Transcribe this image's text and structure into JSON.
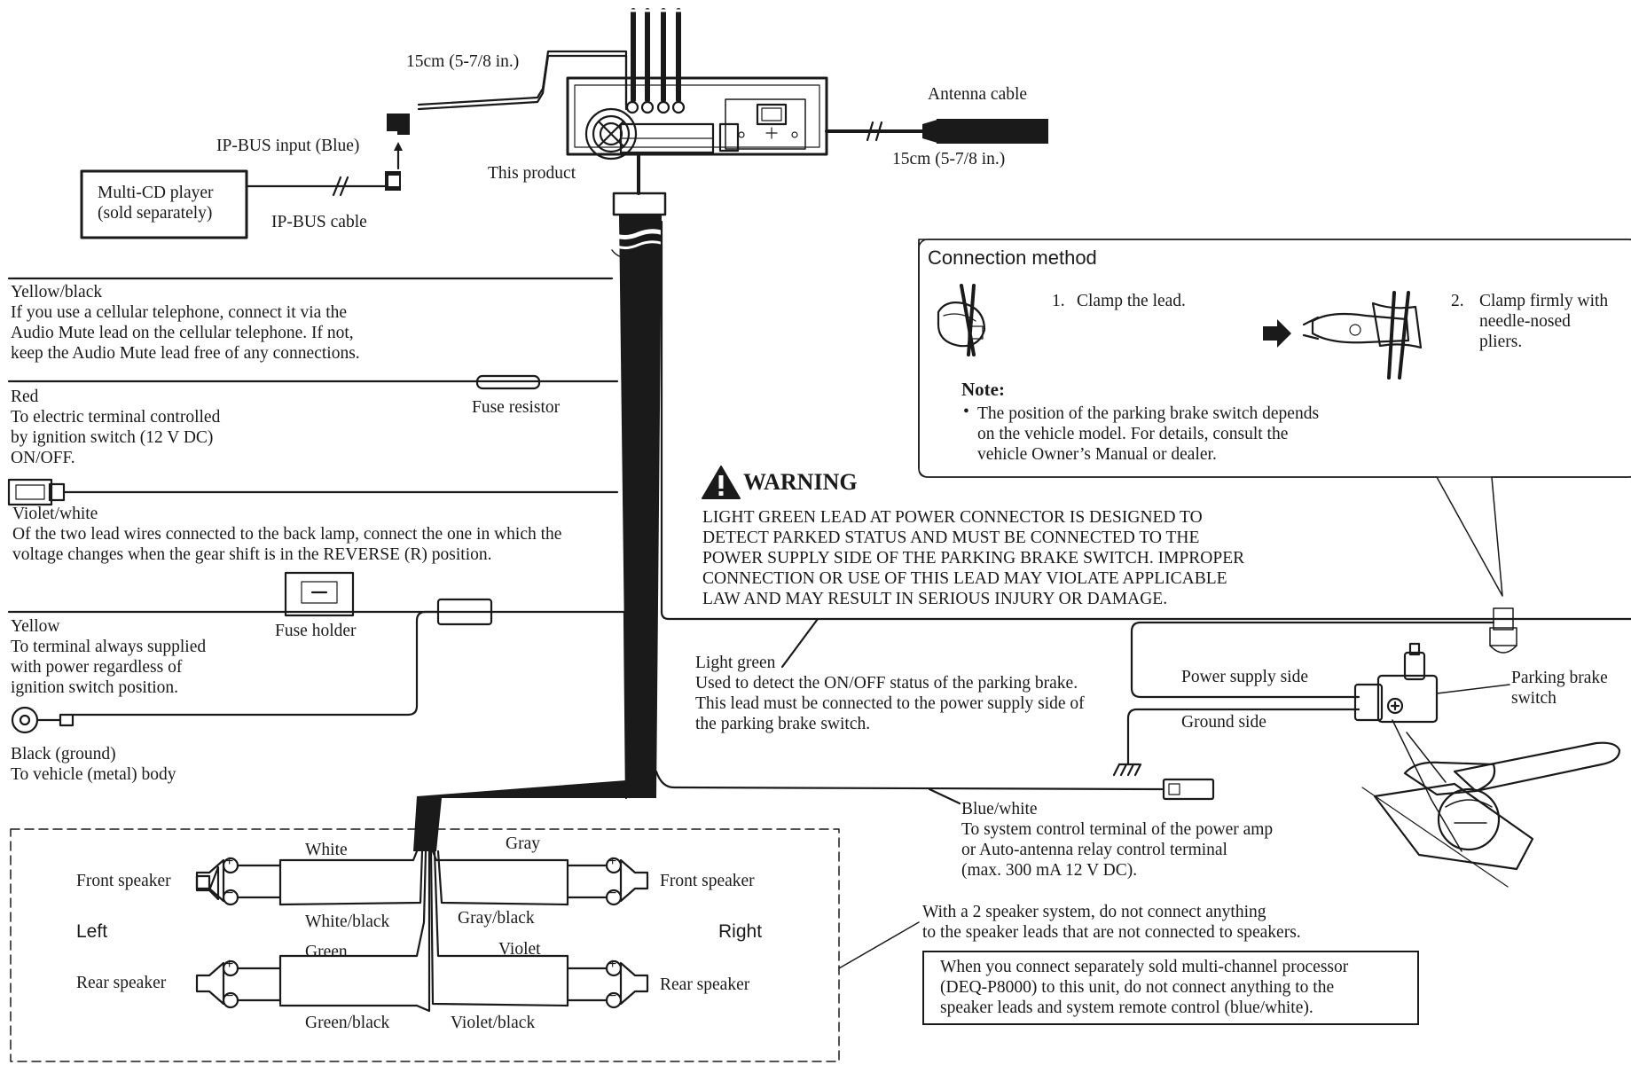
{
  "head_unit": {
    "ipbus_length": "15cm (5-7/8 in.)",
    "antenna_label": "Antenna cable",
    "antenna_length": "15cm (5-7/8 in.)",
    "ipbus_input": "IP-BUS input (Blue)",
    "product_label": "This product",
    "multi_cd_line1": "Multi-CD player",
    "multi_cd_line2": "(sold separately)",
    "ipbus_cable": "IP-BUS cable"
  },
  "leads": {
    "yellow_black": {
      "name": "Yellow/black",
      "line1": "If you use a cellular telephone, connect it via the",
      "line2": "Audio Mute lead on the cellular telephone. If not,",
      "line3": "keep the Audio Mute lead free of any connections."
    },
    "fuse_resistor": "Fuse resistor",
    "red": {
      "name": "Red",
      "line1": "To electric terminal controlled",
      "line2": "by ignition switch (12 V DC)",
      "line3": "ON/OFF."
    },
    "violet_white": {
      "name": "Violet/white",
      "line1": "Of the two lead wires connected to the back lamp, connect the one in which the",
      "line2": "voltage changes when the gear shift is in the REVERSE (R) position."
    },
    "fuse_holder": "Fuse holder",
    "yellow": {
      "name": "Yellow",
      "line1": "To terminal always supplied",
      "line2": "with power regardless of",
      "line3": "ignition switch position."
    },
    "black": {
      "name": "Black (ground)",
      "line1": "To vehicle (metal) body"
    },
    "light_green": {
      "name": "Light green",
      "line1": "Used to detect the ON/OFF status of the parking brake.",
      "line2": "This lead must be connected to the power supply side of",
      "line3": "the parking brake switch."
    },
    "blue_white": {
      "name": "Blue/white",
      "line1": "To system control terminal of the power amp",
      "line2": "or Auto-antenna relay control terminal",
      "line3": "(max. 300 mA 12 V DC)."
    }
  },
  "connection": {
    "title": "Connection method",
    "step1_num": "1.",
    "step1": "Clamp the lead.",
    "step2_num": "2.",
    "step2_line1": "Clamp firmly with",
    "step2_line2": "needle-nosed",
    "step2_line3": "pliers.",
    "note_title": "Note:",
    "note_bullet": "•",
    "note_line1": "The position of the parking brake switch depends",
    "note_line2": "on the vehicle model. For details, consult the",
    "note_line3": "vehicle Owner’s Manual or dealer."
  },
  "warning": {
    "title": "WARNING",
    "line1": "LIGHT GREEN LEAD AT POWER CONNECTOR IS DESIGNED TO",
    "line2": "DETECT PARKED STATUS AND MUST BE CONNECTED TO THE",
    "line3": "POWER SUPPLY SIDE OF THE PARKING BRAKE SWITCH. IMPROPER",
    "line4": "CONNECTION OR USE OF THIS LEAD MAY VIOLATE APPLICABLE",
    "line5": "LAW AND MAY RESULT IN SERIOUS INJURY OR DAMAGE."
  },
  "parking": {
    "power_supply_side": "Power supply side",
    "ground_side": "Ground side",
    "switch_line1": "Parking brake",
    "switch_line2": "switch"
  },
  "speakers": {
    "left": "Left",
    "right": "Right",
    "front_speaker": "Front speaker",
    "rear_speaker": "Rear speaker",
    "white": "White",
    "white_black": "White/black",
    "green": "Green",
    "green_black": "Green/black",
    "gray": "Gray",
    "gray_black": "Gray/black",
    "violet": "Violet",
    "violet_black": "Violet/black",
    "plus": "+",
    "minus": "−"
  },
  "notes": {
    "two_speaker_line1": "With a 2 speaker system, do not connect anything",
    "two_speaker_line2": "to the speaker leads that are not connected to speakers.",
    "processor_line1": "When you connect separately sold multi-channel processor",
    "processor_line2": "(DEQ-P8000) to this unit, do not connect anything to the",
    "processor_line3": "speaker leads and system remote control (blue/white)."
  }
}
